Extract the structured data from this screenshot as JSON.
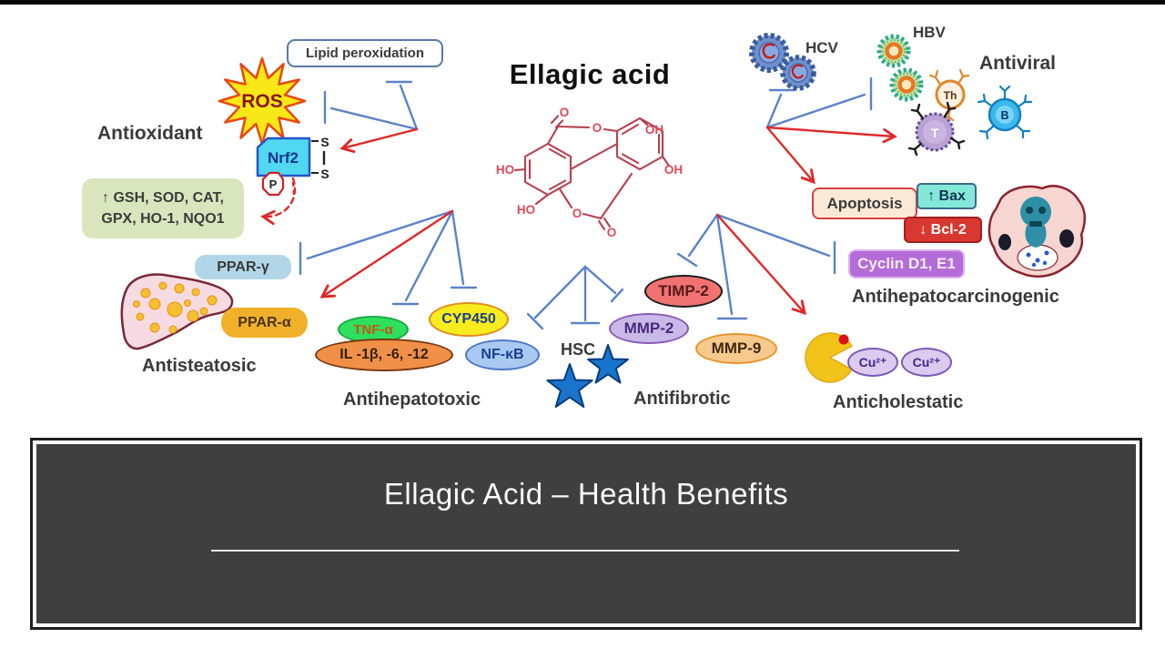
{
  "colors": {
    "inhibition_blue": "#5b82c8",
    "activation_red": "#e02828",
    "structure_red": "#b84050",
    "footer_bg": "#3f3f3f",
    "top_border": "#060606"
  },
  "compound": {
    "title": "Ellagic acid"
  },
  "footer": {
    "title": "Ellagic Acid – Health Benefits"
  },
  "antioxidant": {
    "label": "Antioxidant",
    "lipid_peroxidation": "Lipid peroxidation",
    "ros": "ROS",
    "nrf2": "Nrf2",
    "phospho": "P",
    "s1": "S",
    "s2": "S",
    "enzymes_line1": "↑ GSH, SOD, CAT,",
    "enzymes_line2": "GPX, HO-1, NQO1"
  },
  "antisteatosic": {
    "label": "Antisteatosic",
    "ppar_gamma": "PPAR-γ",
    "ppar_alpha": "PPAR-α"
  },
  "antihepatotoxic": {
    "label": "Antihepatotoxic",
    "tnf_alpha": "TNF-α",
    "interleukins": "IL -1β, -6, -12",
    "cyp450": "CYP450",
    "nf_kb": "NF-κB"
  },
  "antifibrotic": {
    "label": "Antifibrotic",
    "hsc": "HSC",
    "timp2": "TIMP-2",
    "mmp2": "MMP-2",
    "mmp9": "MMP-9"
  },
  "antiviral": {
    "label": "Antiviral",
    "hcv": "HCV",
    "hbv": "HBV",
    "th_cell": "Th",
    "t_cell": "T",
    "b_cell": "B"
  },
  "antihepatocarcinogenic": {
    "label": "Antihepatocarcinogenic",
    "apoptosis": "Apoptosis",
    "bax": "↑ Bax",
    "bcl2": "↓ Bcl-2",
    "cyclin": "Cyclin D1, E1"
  },
  "anticholestatic": {
    "label": "Anticholestatic",
    "cu_1": "Cu²⁺",
    "cu_2": "Cu²⁺"
  },
  "structure_labels": {
    "o_top": "O",
    "o_ring_top": "O",
    "oh_top": "OH",
    "ho_left": "HO",
    "oh_right": "OH",
    "ho_bottom": "HO",
    "o_ring_bottom": "O",
    "o_bottom": "O"
  }
}
